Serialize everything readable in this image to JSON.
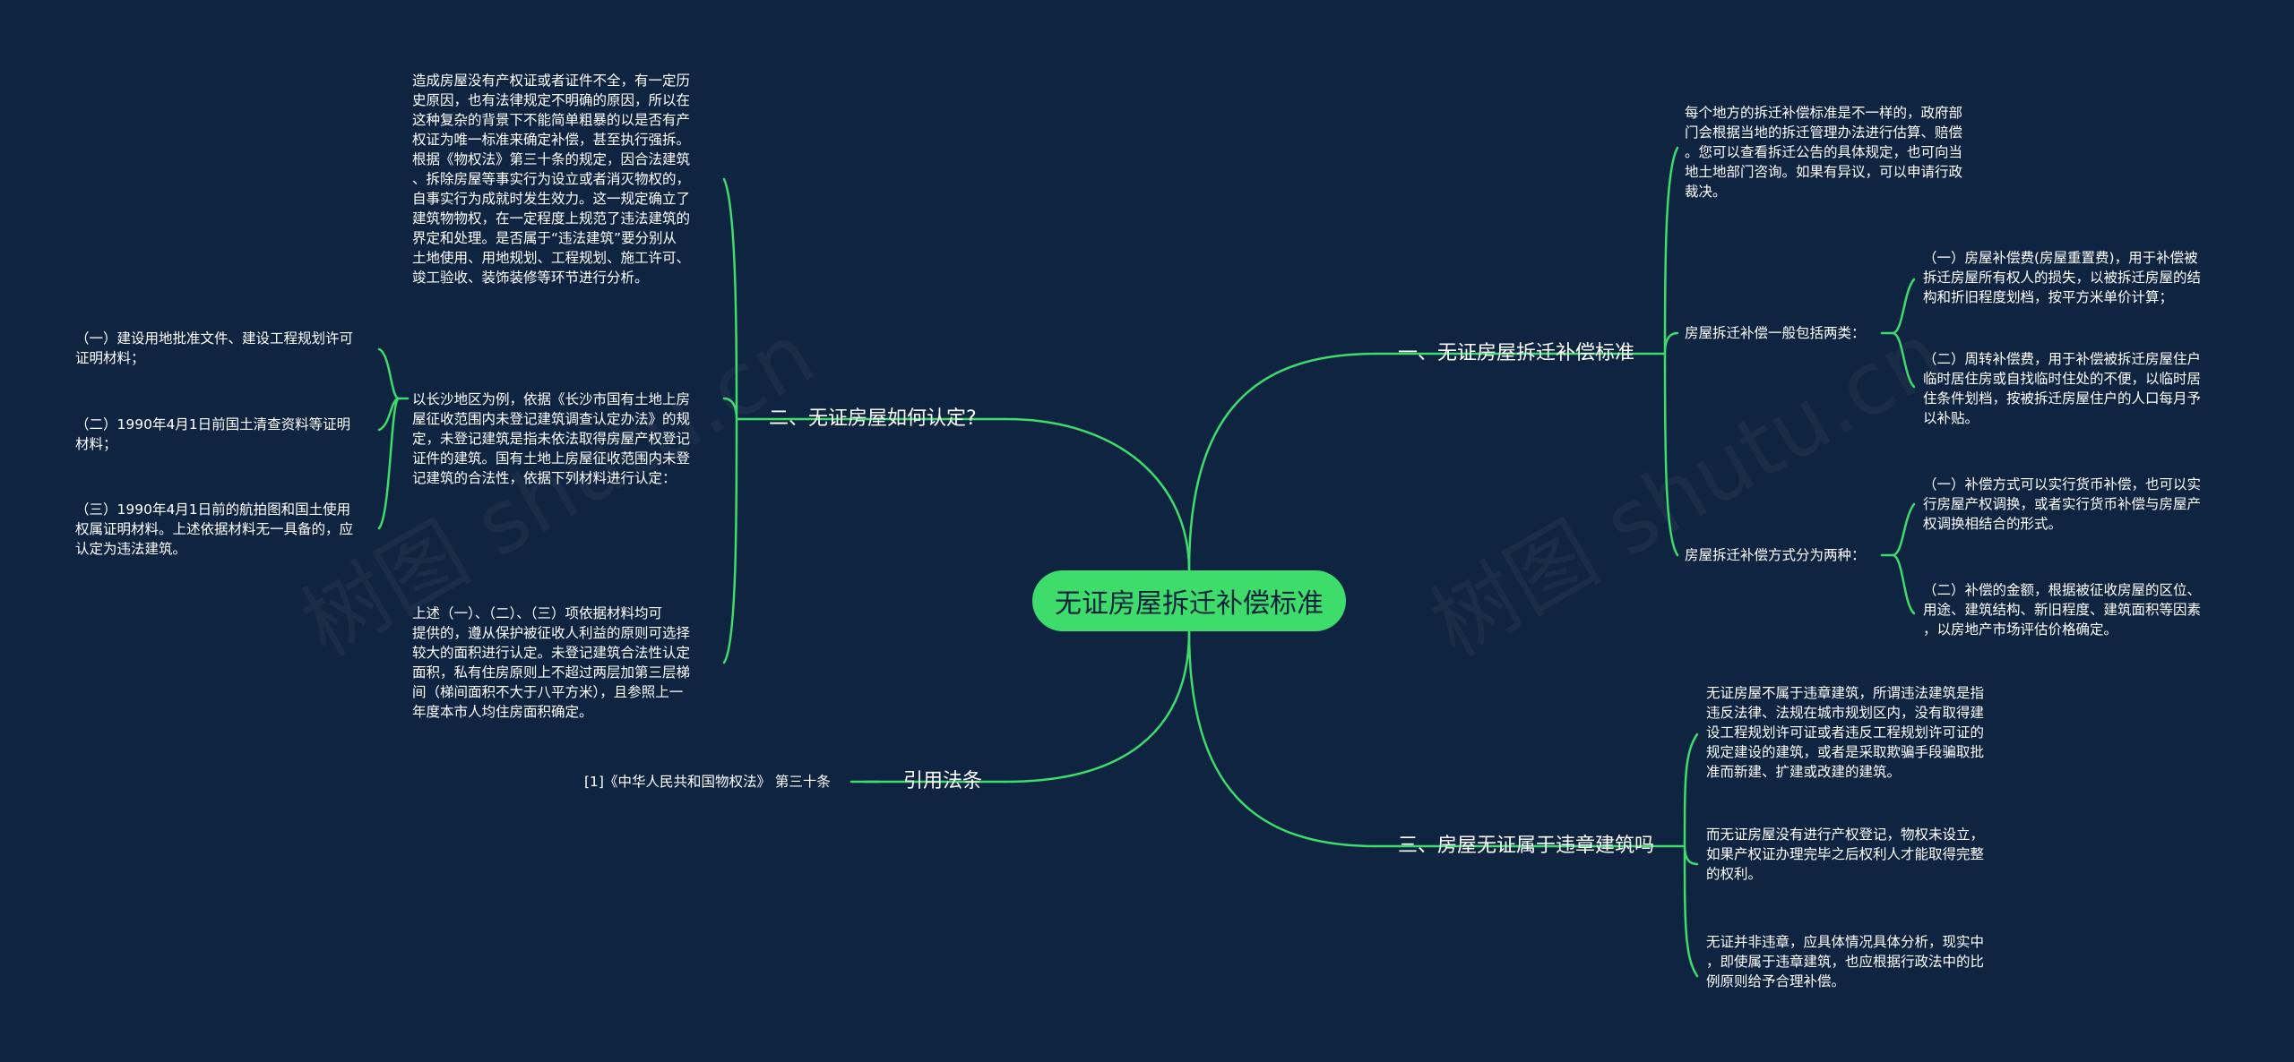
{
  "colors": {
    "background": "#0f2440",
    "line": "#3ddc6b",
    "root_fill": "#3ddc6b",
    "root_text": "#10233d",
    "text": "#ffffff"
  },
  "watermark": "树图 shutu.cn",
  "root": {
    "label": "无证房屋拆迁补偿标准"
  },
  "left": {
    "b2": {
      "label": "二、无证房屋如何认定?",
      "p1": "造成房屋没有产权证或者证件不全，有一定历\n史原因，也有法律规定不明确的原因，所以在\n这种复杂的背景下不能简单粗暴的以是否有产\n权证为唯一标准来确定补偿，甚至执行强拆。\n根据《物权法》第三十条的规定，因合法建筑\n、拆除房屋等事实行为设立或者消灭物权的，\n自事实行为成就时发生效力。这一规定确立了\n建筑物物权，在一定程度上规范了违法建筑的\n界定和处理。是否属于“违法建筑”要分别从\n土地使用、用地规划、工程规划、施工许可、\n竣工验收、装饰装修等环节进行分析。",
      "p2": "以长沙地区为例，依据《长沙市国有土地上房\n屋征收范围内未登记建筑调查认定办法》的规\n定，未登记建筑是指未依法取得房屋产权登记\n证件的建筑。国有土地上房屋征收范围内未登\n记建筑的合法性，依据下列材料进行认定：",
      "p2_children": [
        "（一）建设用地批准文件、建设工程规划许可\n证明材料；",
        "（二）1990年4月1日前国土清查资料等证明\n材料；",
        "（三）1990年4月1日前的航拍图和国土使用\n权属证明材料。上述依据材料无一具备的，应\n认定为违法建筑。"
      ],
      "p3": "上述（一）、（二）、（三）项依据材料均可\n提供的，遵从保护被征收人利益的原则可选择\n较大的面积进行认定。未登记建筑合法性认定\n面积，私有住房原则上不超过两层加第三层梯\n间（梯间面积不大于八平方米），且参照上一\n年度本市人均住房面积确定。"
    },
    "ref": {
      "label": "引用法条",
      "item": "[1]《中华人民共和国物权法》 第三十条"
    }
  },
  "right": {
    "b1": {
      "label": "一、无证房屋拆迁补偿标准",
      "p1": "每个地方的拆迁补偿标准是不一样的，政府部\n门会根据当地的拆迁管理办法进行估算、赔偿\n。您可以查看拆迁公告的具体规定，也可向当\n地土地部门咨询。如果有异议，可以申请行政\n裁决。",
      "g1": {
        "label": "房屋拆迁补偿一般包括两类：",
        "items": [
          "（一）房屋补偿费(房屋重置费)，用于补偿被\n拆迁房屋所有权人的损失，以被拆迁房屋的结\n构和折旧程度划档，按平方米单价计算；",
          "（二）周转补偿费，用于补偿被拆迁房屋住户\n临时居住房或自找临时住处的不便，以临时居\n住条件划档，按被拆迁房屋住户的人口每月予\n以补贴。"
        ]
      },
      "g2": {
        "label": "房屋拆迁补偿方式分为两种：",
        "items": [
          "（一）补偿方式可以实行货币补偿，也可以实\n行房屋产权调换，或者实行货币补偿与房屋产\n权调换相结合的形式。",
          "（二）补偿的金额，根据被征收房屋的区位、\n用途、建筑结构、新旧程度、建筑面积等因素\n，以房地产市场评估价格确定。"
        ]
      }
    },
    "b3": {
      "label": "三、房屋无证属于违章建筑吗",
      "items": [
        "无证房屋不属于违章建筑，所谓违法建筑是指\n违反法律、法规在城市规划区内，没有取得建\n设工程规划许可证或者违反工程规划许可证的\n规定建设的建筑，或者是采取欺骗手段骗取批\n准而新建、扩建或改建的建筑。",
        "而无证房屋没有进行产权登记，物权未设立，\n如果产权证办理完毕之后权利人才能取得完整\n的权利。",
        "无证并非违章，应具体情况具体分析，现实中\n，即使属于违章建筑，也应根据行政法中的比\n例原则给予合理补偿。"
      ]
    }
  }
}
